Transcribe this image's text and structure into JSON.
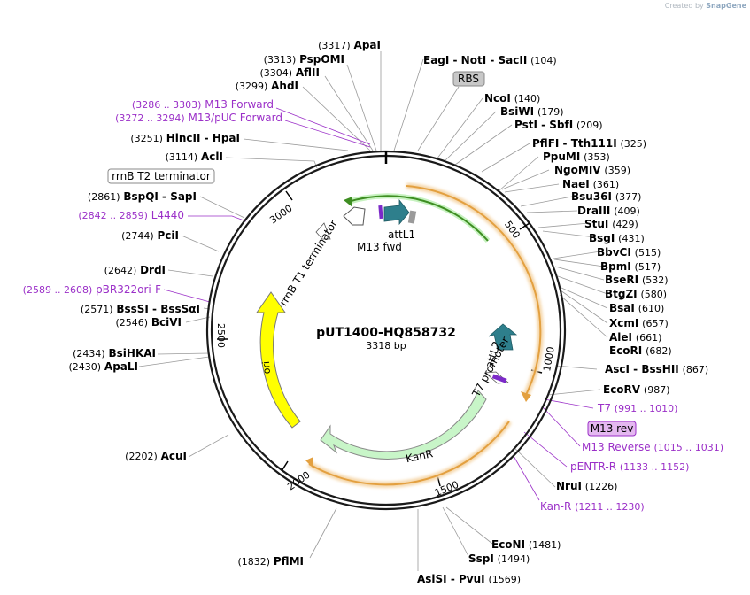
{
  "credit": {
    "prefix": "Created by",
    "brand": "SnapGene"
  },
  "plasmid": {
    "name": "pUT1400-HQ858732",
    "size_label": "3318 bp",
    "length": 3318
  },
  "ruler": [
    "500",
    "1000",
    "1500",
    "2000",
    "2500",
    "3000"
  ],
  "features": {
    "attL1": "attL1",
    "m13fwd": "M13 fwd",
    "rrnb_t1": "rrnB T1 terminator",
    "ori": "ori",
    "kanr": "KanR",
    "t7_promoter": "T7 promoter",
    "attL2": "attL2",
    "rbs": "RBS",
    "rrnb_t2": "rrnB T2 terminator",
    "m13rev": "M13 rev"
  },
  "sites": [
    {
      "name": "ApaI",
      "pos": "(3317)"
    },
    {
      "name": "PspOMI",
      "pos": "(3313)"
    },
    {
      "name": "AflII",
      "pos": "(3304)"
    },
    {
      "name": "AhdI",
      "pos": "(3299)"
    },
    {
      "name": "M13 Forward",
      "pos": "(3286 .. 3303)"
    },
    {
      "name": "M13/pUC Forward",
      "pos": "(3272 .. 3294)"
    },
    {
      "name": "HincII - HpaI",
      "pos": "(3251)"
    },
    {
      "name": "AclI",
      "pos": "(3114)"
    },
    {
      "name": "BspQI - SapI",
      "pos": "(2861)"
    },
    {
      "name": "L4440",
      "pos": "(2842 .. 2859)"
    },
    {
      "name": "PciI",
      "pos": "(2744)"
    },
    {
      "name": "DrdI",
      "pos": "(2642)"
    },
    {
      "name": "pBR322ori-F",
      "pos": "(2589 .. 2608)"
    },
    {
      "name": "BssSI - BssSαI",
      "pos": "(2571)"
    },
    {
      "name": "BciVI",
      "pos": "(2546)"
    },
    {
      "name": "BsiHKAI",
      "pos": "(2434)"
    },
    {
      "name": "ApaLI",
      "pos": "(2430)"
    },
    {
      "name": "AcuI",
      "pos": "(2202)"
    },
    {
      "name": "PflMI",
      "pos": "(1832)"
    },
    {
      "name": "AsiSI - PvuI",
      "pos": "(1569)"
    },
    {
      "name": "SspI",
      "pos": "(1494)"
    },
    {
      "name": "EcoNI",
      "pos": "(1481)"
    },
    {
      "name": "Kan-R",
      "pos": "(1211 .. 1230)"
    },
    {
      "name": "NruI",
      "pos": "(1226)"
    },
    {
      "name": "pENTR-R",
      "pos": "(1133 .. 1152)"
    },
    {
      "name": "M13 Reverse",
      "pos": "(1015 .. 1031)"
    },
    {
      "name": "T7",
      "pos": "(991 .. 1010)"
    },
    {
      "name": "EcoRV",
      "pos": "(987)"
    },
    {
      "name": "AscI - BssHII",
      "pos": "(867)"
    },
    {
      "name": "EcoRI",
      "pos": "(682)"
    },
    {
      "name": "AleI",
      "pos": "(661)"
    },
    {
      "name": "XcmI",
      "pos": "(657)"
    },
    {
      "name": "BsaI",
      "pos": "(610)"
    },
    {
      "name": "BtgZI",
      "pos": "(580)"
    },
    {
      "name": "BseRI",
      "pos": "(532)"
    },
    {
      "name": "BpmI",
      "pos": "(517)"
    },
    {
      "name": "BbvCI",
      "pos": "(515)"
    },
    {
      "name": "BsgI",
      "pos": "(431)"
    },
    {
      "name": "StuI",
      "pos": "(429)"
    },
    {
      "name": "DraIII",
      "pos": "(409)"
    },
    {
      "name": "Bsu36I",
      "pos": "(377)"
    },
    {
      "name": "NaeI",
      "pos": "(361)"
    },
    {
      "name": "NgoMIV",
      "pos": "(359)"
    },
    {
      "name": "PpuMI",
      "pos": "(353)"
    },
    {
      "name": "PflFI - Tth111I",
      "pos": "(325)"
    },
    {
      "name": "PstI - SbfI",
      "pos": "(209)"
    },
    {
      "name": "BsiWI",
      "pos": "(179)"
    },
    {
      "name": "NcoI",
      "pos": "(140)"
    },
    {
      "name": "EagI - NotI - SacII",
      "pos": "(104)"
    }
  ],
  "colors": {
    "primer": "#9b30c8",
    "site": "#000000",
    "leader": "#9a9a9a",
    "ori": "#ffff00",
    "kanr": "#c8f5c8",
    "orf_outline": "#e6a040",
    "attl": "#2e7f8c",
    "m13rev_box": "#e4b8f0",
    "rbs_box": "#c8c8c8"
  }
}
